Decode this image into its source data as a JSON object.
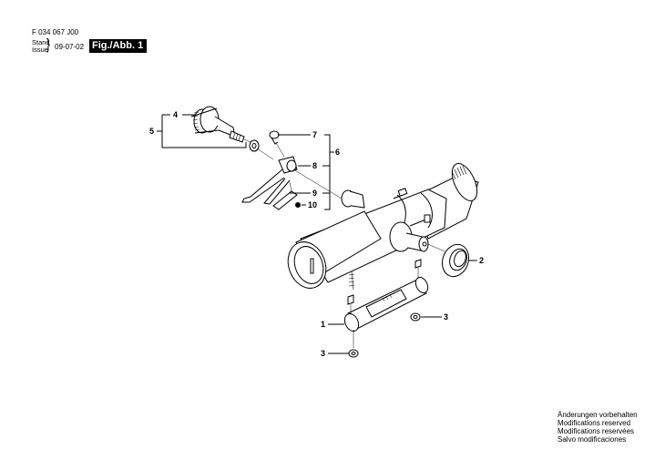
{
  "header": {
    "part_number": "F 034 067 J00",
    "stand_label": "Stand",
    "issue_label": "Issue",
    "brace": "}",
    "date": "09-07-02",
    "figure_label": "Fig./Abb. 1"
  },
  "callouts": {
    "c1": "1",
    "c2": "2",
    "c3a": "3",
    "c3b": "3",
    "c4": "4",
    "c5": "5",
    "c6": "6",
    "c7": "7",
    "c8": "8",
    "c9": "9",
    "c10": "10"
  },
  "footer": {
    "lines": [
      "Änderungen vorbehalten",
      "Modifications reserved",
      "Modifications reservées",
      "Salvo modificaciones"
    ]
  }
}
